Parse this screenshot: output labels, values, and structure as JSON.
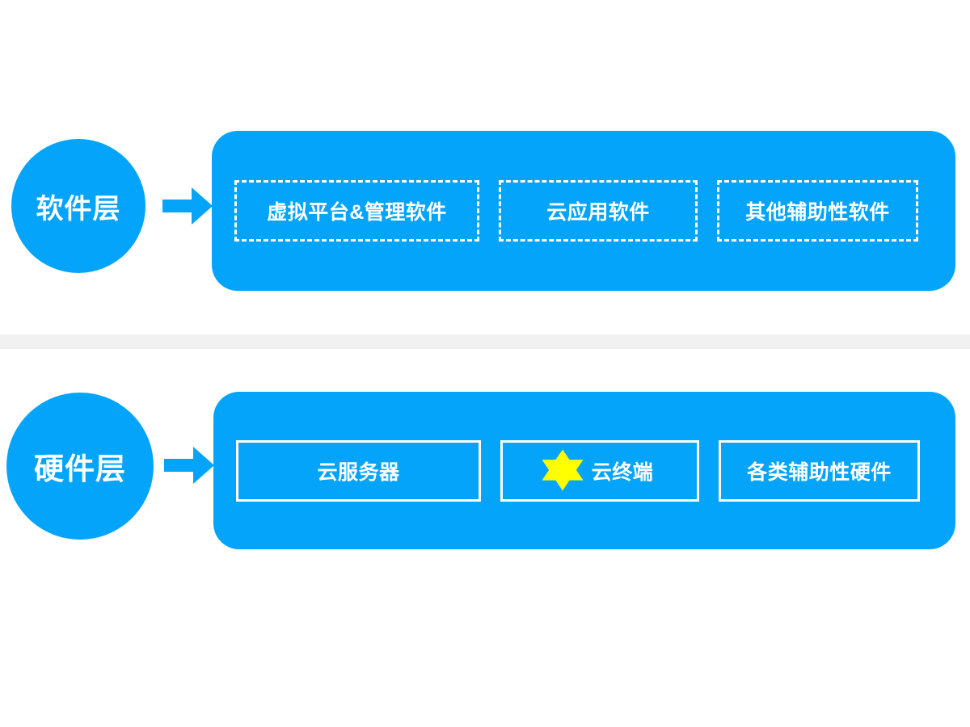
{
  "theme": {
    "panel_blue": "#04A4FB",
    "circle_blue": "#04A4FB",
    "arrow_blue": "#04A4FB",
    "box_border": "#FFFFFF",
    "text_color": "#FFFFFF",
    "star_yellow": "#FFFF00",
    "divider_gray": "#F1F1F1",
    "background": "#FFFFFF"
  },
  "layers": [
    {
      "id": "software",
      "circle_label": "软件层",
      "arrow_icon": "right-arrow-icon",
      "box_style": "dashed",
      "items": [
        {
          "label": "虚拟平台&管理软件",
          "icon": null
        },
        {
          "label": "云应用软件",
          "icon": null
        },
        {
          "label": "其他辅助性软件",
          "icon": null
        }
      ]
    },
    {
      "id": "hardware",
      "circle_label": "硬件层",
      "arrow_icon": "right-arrow-icon",
      "box_style": "solid",
      "items": [
        {
          "label": "云服务器",
          "icon": null
        },
        {
          "label": "云终端",
          "icon": "six-pointed-star-icon"
        },
        {
          "label": "各类辅助性硬件",
          "icon": null
        }
      ]
    }
  ]
}
